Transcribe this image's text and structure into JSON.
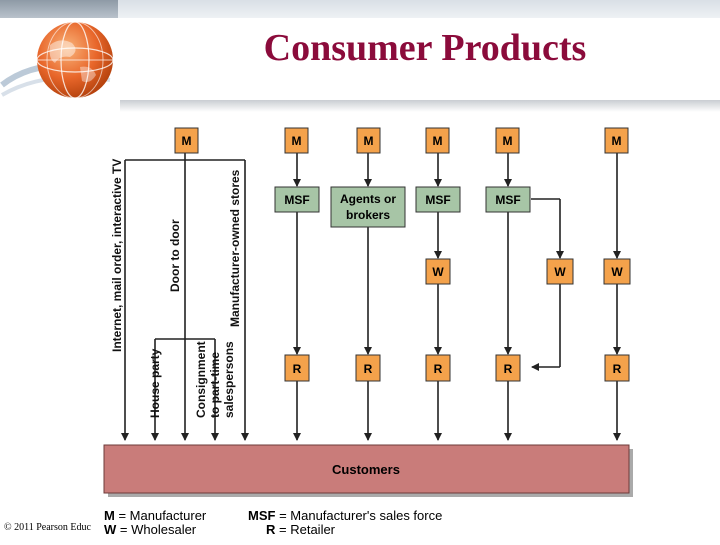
{
  "title": "Consumer Products",
  "copyright": "© 2011 Pearson Educ",
  "nodes": {
    "manufacturer": "M",
    "msf": "MSF",
    "agents_line1": "Agents or",
    "agents_line2": "brokers",
    "wholesaler": "W",
    "retailer": "R",
    "customers": "Customers"
  },
  "channels": {
    "internet": "Internet, mail order, interactive TV",
    "door": "Door to door",
    "house_party": "House party",
    "consignment_line1": "Consignment",
    "consignment_line2": "to part-time",
    "consignment_line3": "salespersons",
    "stores": "Manufacturer-owned stores"
  },
  "legend": [
    {
      "abbr": "M",
      "meaning": "Manufacturer"
    },
    {
      "abbr": "W",
      "meaning": "Wholesaler"
    },
    {
      "abbr": "MSF",
      "meaning": "Manufacturer's sales force"
    },
    {
      "abbr": "R",
      "meaning": "Retailer"
    }
  ],
  "colors": {
    "title": "#8b0b3b",
    "node_orange": "#f4a24b",
    "node_green": "#a7c5a6",
    "customers_fill": "#c97c7a"
  }
}
